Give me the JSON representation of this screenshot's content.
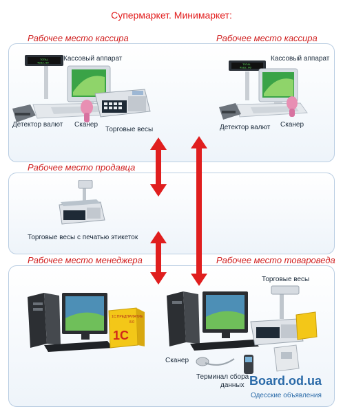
{
  "title": "Супермаркет. Минимаркет:",
  "sections": {
    "cashier_left": "Рабочее место кассира",
    "cashier_right": "Рабочее место кассира",
    "seller": "Рабочее место продавца",
    "manager": "Рабочее место менеджера",
    "merchandiser": "Рабочее место товароведа"
  },
  "labels": {
    "register_left": "Кассовый аппарат",
    "register_right": "Кассовый аппарат",
    "detector_left": "Детектор валют",
    "detector_right": "Детектор валют",
    "scanner_left": "Сканер",
    "scanner_right": "Сканер",
    "scales_cashier": "Торговые весы",
    "label_scales": "Торговые весы с печатью этикеток",
    "scales_merch": "Торговые весы",
    "scanner_merch": "Сканер",
    "terminal_line1": "Терминал сбора",
    "terminal_line2": "данных"
  },
  "software_box": {
    "brand": "1С",
    "name": "1С:ПРЕДПРИЯТИЕ",
    "version": "8.0"
  },
  "display_text": {
    "line1": "TOTAL",
    "line2": "4582.00"
  },
  "watermark": {
    "site": "Board.od.ua",
    "tagline": "Одесские объявления"
  },
  "colors": {
    "accent": "#e21d1d",
    "box_border": "#b9cde2",
    "arrow": "#e01e1e"
  }
}
